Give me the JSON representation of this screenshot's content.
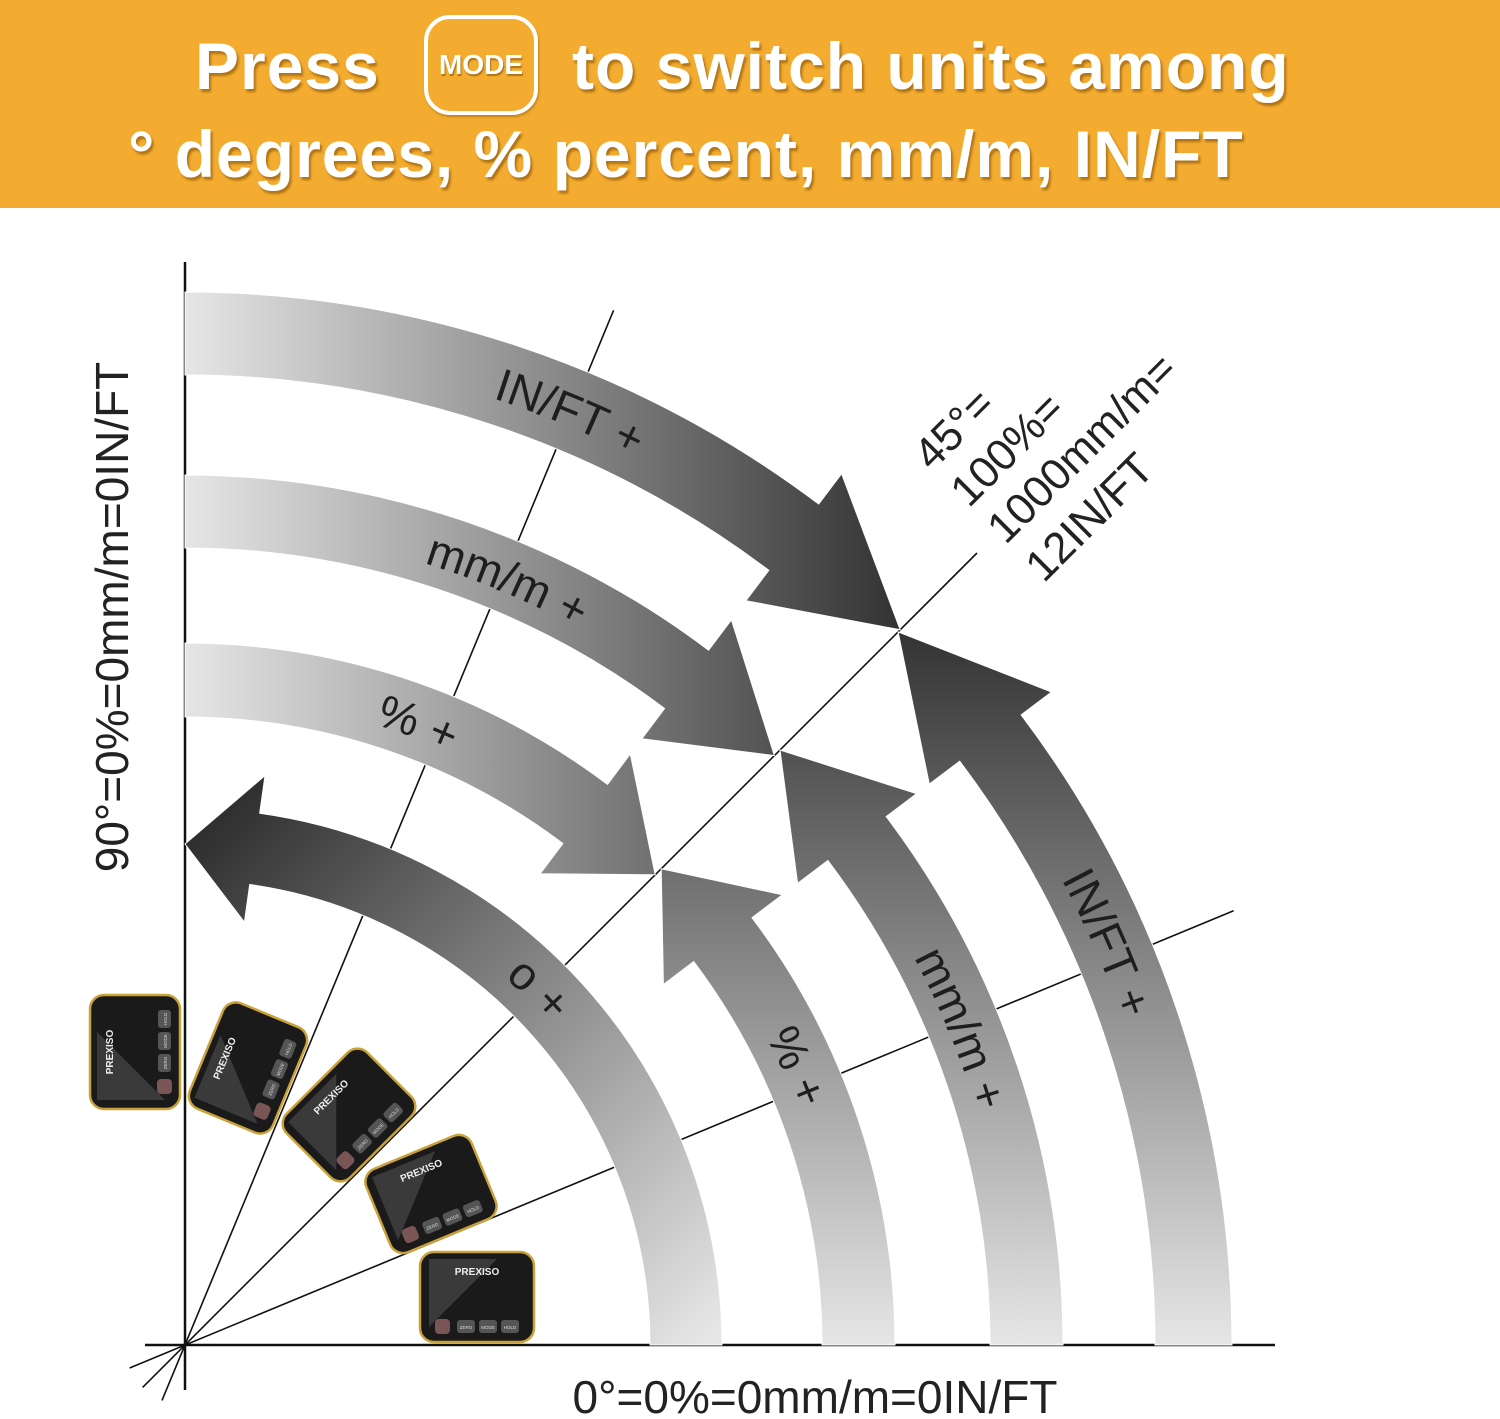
{
  "header": {
    "press": "Press",
    "mode_button": "MODE",
    "line1_rest": "to switch units among",
    "line2": "° degrees, % percent, mm/m, IN/FT",
    "background_color": "#F3AC2F"
  },
  "axes": {
    "vertical_label": "90°=0%=0mm/m=0IN/FT",
    "horizontal_label": "0°=0%=0mm/m=0IN/FT"
  },
  "diagonal_label": [
    "45°=",
    "100%=",
    "1000mm/m=",
    "12IN/FT"
  ],
  "bands": {
    "upper": [
      {
        "unit": "IN/FT",
        "label": "IN/FT  +"
      },
      {
        "unit": "mm/m",
        "label": "mm/m  +"
      },
      {
        "unit": "%",
        "label": "%  +"
      }
    ],
    "lower": [
      {
        "unit": "IN/FT",
        "label": "IN/FT  +"
      },
      {
        "unit": "mm/m",
        "label": "mm/m  +"
      },
      {
        "unit": "%",
        "label": "%  +"
      }
    ],
    "degree": {
      "unit": "°",
      "label": "o  +"
    }
  },
  "device": {
    "brand": "PREXISO",
    "buttons": [
      "ZERO",
      "MODE",
      "HOLD"
    ]
  }
}
